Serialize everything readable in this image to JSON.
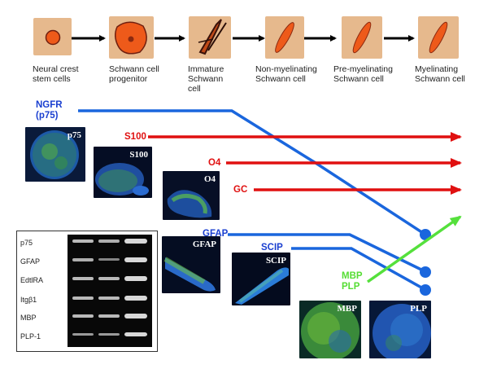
{
  "stages": [
    {
      "label": "Neural crest\nstem cells"
    },
    {
      "label": "Schwann cell\nprogenitor"
    },
    {
      "label": "Immature\nSchwann\ncell"
    },
    {
      "label": "Non-myelinating\nSchwann cell"
    },
    {
      "label": "Pre-myelinating\nSchwann cell"
    },
    {
      "label": "Myelinating\nSchwann cell"
    }
  ],
  "markers": {
    "ngfr": "NGFR\n(p75)",
    "s100": "S100",
    "o4": "O4",
    "gc": "GC",
    "gfap": "GFAP",
    "scip": "SCIP",
    "mbp_plp": "MBP\nPLP"
  },
  "images": {
    "p75": "p75",
    "s100": "S100",
    "o4": "O4",
    "gfap": "GFAP",
    "scip": "SCIP",
    "mbp": "MBP",
    "plp": "PLP"
  },
  "gel": {
    "rows": [
      "p75",
      "GFAP",
      "EdtlRA",
      "Itgβ1",
      "MBP",
      "PLP-1"
    ]
  },
  "colors": {
    "blue": "#1a66dd",
    "red": "#e01010",
    "green": "#55e03c",
    "marker_blue": "#1a3fd0",
    "marker_red": "#e01010",
    "marker_green": "#55dd33"
  }
}
